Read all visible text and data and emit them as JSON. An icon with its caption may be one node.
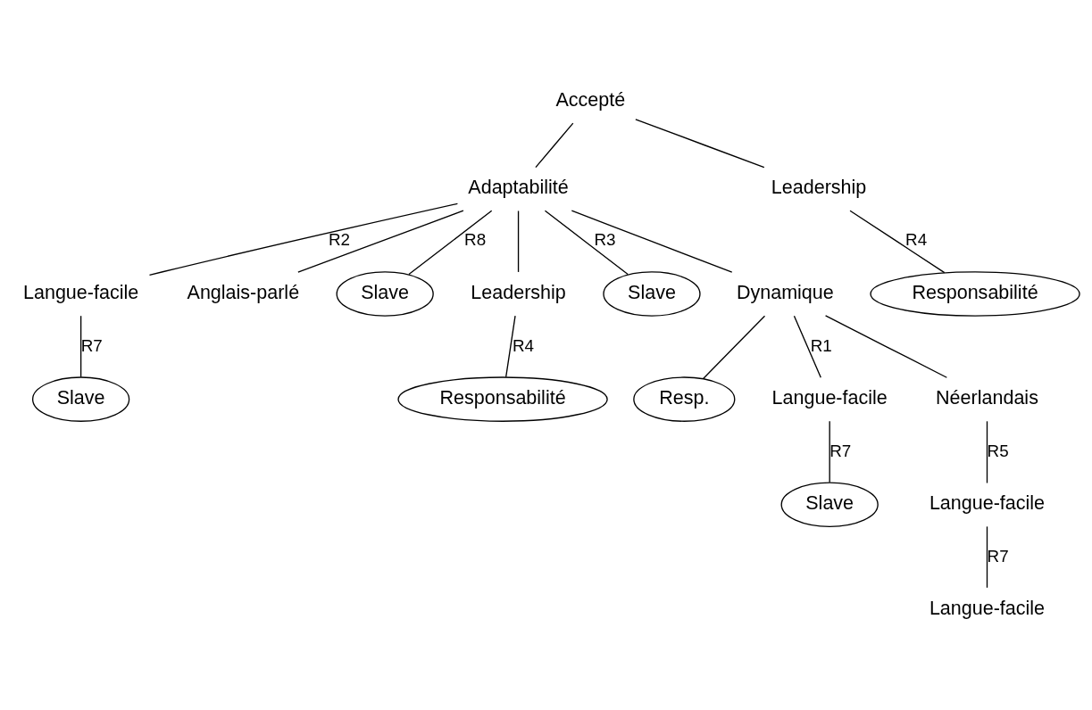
{
  "diagram": {
    "nodes": [
      {
        "text": [
          "Accepté"
        ]
      },
      {
        "text": [
          "Adaptabilité"
        ]
      },
      {
        "text": [
          "Leadership"
        ]
      },
      {
        "text": [
          "Responsabilité"
        ]
      },
      {
        "text": [
          "Langue-facile"
        ]
      },
      {
        "text": [
          "Anglais-parlé"
        ]
      },
      {
        "text": [
          "Slave"
        ]
      },
      {
        "text": [
          "Slave"
        ]
      },
      {
        "text": [
          "Leadership"
        ]
      },
      {
        "text": [
          "Slave"
        ]
      },
      {
        "text": [
          "Dynamique"
        ]
      },
      {
        "text": [
          "Resp."
        ]
      },
      {
        "text": [
          "Langue-facile"
        ]
      },
      {
        "text": [
          "Néerlandais"
        ]
      },
      {
        "text": [
          "Slave"
        ]
      },
      {
        "text": [
          "Responsabilité"
        ]
      },
      {
        "text": [
          "Langue-facile"
        ]
      },
      {
        "text": [
          "Langue-facile"
        ]
      }
    ],
    "edges": [
      {
        "from": 0,
        "to": 1,
        "arrow": "none"
      },
      {
        "from": 0,
        "to": 2,
        "arrow": "none"
      },
      {
        "from": 2,
        "to": 3,
        "label": "R4",
        "arrow": "none"
      },
      {
        "from": 1,
        "to": 4,
        "label": "R2",
        "arrow": "none"
      },
      {
        "from": 1,
        "to": 5,
        "arrow": "none"
      },
      {
        "from": 1,
        "to": 7,
        "label": "R8",
        "arrow": "none"
      },
      {
        "from": 1,
        "to": 8,
        "arrow": "none"
      },
      {
        "from": 1,
        "to": 9,
        "label": "R3",
        "arrow": "none"
      },
      {
        "from": 1,
        "to": 10,
        "arrow": "none"
      },
      {
        "from": 4,
        "to": 6,
        "label": "R7",
        "arrow": "none"
      },
      {
        "from": 8,
        "to": 15,
        "label": "R4",
        "arrow": "none"
      },
      {
        "from": 10,
        "to": 11,
        "arrow": "none"
      },
      {
        "from": 10,
        "to": 12,
        "label": "R1",
        "arrow": "none"
      },
      {
        "from": 10,
        "to": 13,
        "arrow": "none"
      },
      {
        "from": 12,
        "to": 14,
        "label": "R7",
        "arrow": "none"
      },
      {
        "from": 13,
        "to": 16,
        "label": "R5",
        "arrow": "none"
      },
      {
        "from": 16,
        "to": 17,
        "label": "R7",
        "arrow": "none"
      }
    ]
  }
}
